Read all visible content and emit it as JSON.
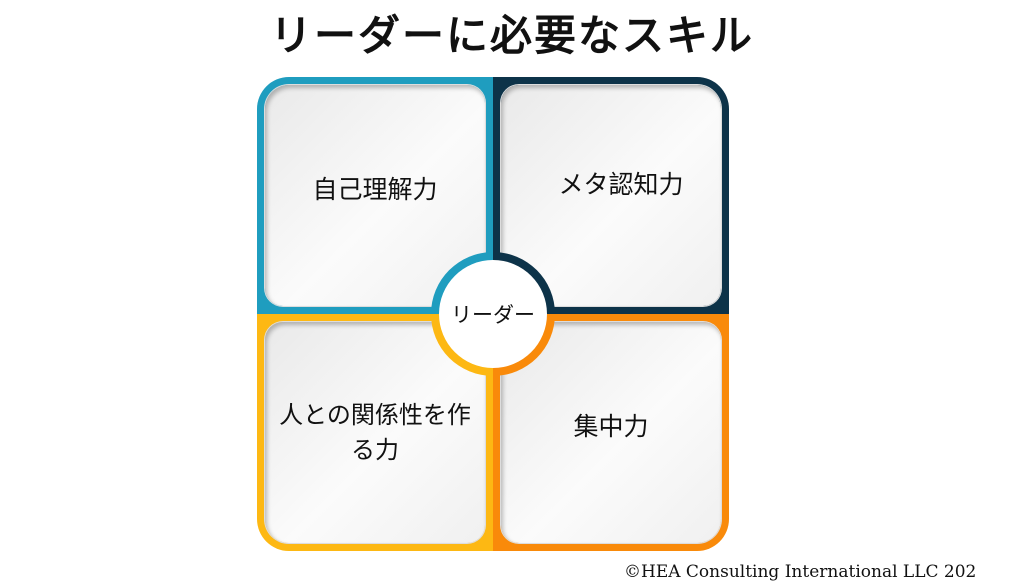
{
  "title": "リーダーに必要なスキル",
  "center": "リーダー",
  "quadrants": {
    "top_left": "自己理解力",
    "top_right": "メタ認知力",
    "bottom_left": "人との関係性を作る力",
    "bottom_right": "集中力"
  },
  "copyright": "©HEA Consulting International LLC 202",
  "colors": {
    "teal": "#1f9dbf",
    "navy": "#0d3349",
    "yellow": "#fdb813",
    "orange": "#f98a0a"
  }
}
